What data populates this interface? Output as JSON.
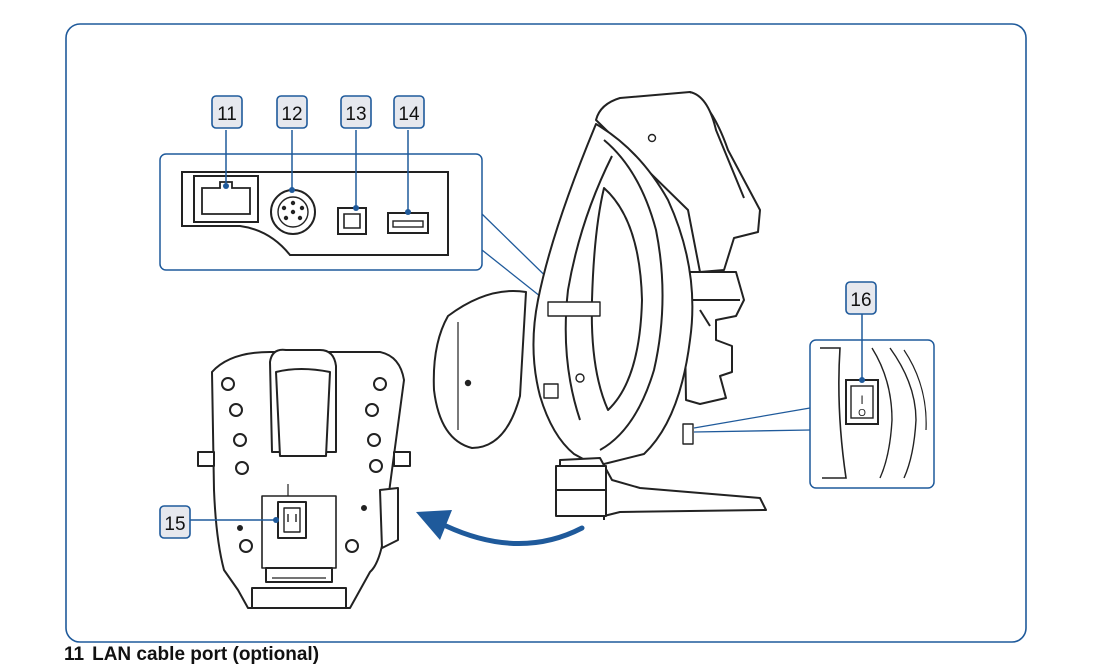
{
  "figure": {
    "accent_color": "#1f5a9b",
    "callout_fill": "#e6e8ee",
    "callouts": [
      {
        "id": "11",
        "label": "11"
      },
      {
        "id": "12",
        "label": "12"
      },
      {
        "id": "13",
        "label": "13"
      },
      {
        "id": "14",
        "label": "14"
      },
      {
        "id": "15",
        "label": "15"
      },
      {
        "id": "16",
        "label": "16"
      }
    ],
    "power_switch_marks": {
      "on": "I",
      "off": "O"
    }
  },
  "caption": {
    "number": "11",
    "text": "LAN cable port (optional)"
  }
}
